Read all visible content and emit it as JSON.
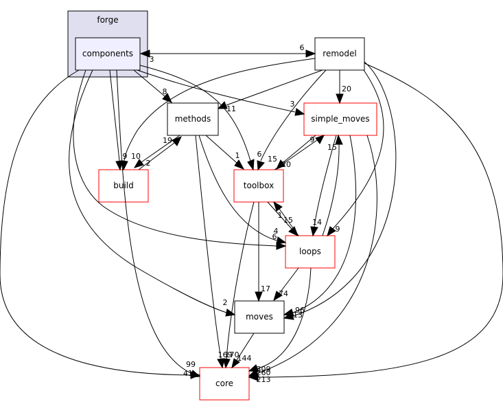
{
  "colors": {
    "cluster_fill": "#dfdff0",
    "cluster_stroke": "#000000",
    "focus_fill": "#efefff",
    "focus_stroke": "#000000",
    "node_fill": "#ffffff",
    "red_stroke": "#ff0000",
    "black_stroke": "#000000",
    "edge": "#000000"
  },
  "cluster": {
    "label": "forge"
  },
  "nodes": {
    "components": "components",
    "remodel": "remodel",
    "methods": "methods",
    "simple_moves": "simple_moves",
    "build": "build",
    "toolbox": "toolbox",
    "loops": "loops",
    "moves": "moves",
    "core": "core"
  },
  "edge_labels": {
    "remodel_components": "6",
    "components_remodel": "3",
    "components_methods": "8",
    "remodel_methods": "11",
    "components_simple_moves": "3",
    "components_build": "9",
    "remodel_build": "10",
    "methods_build": "2",
    "build_methods": "19",
    "methods_toolbox": "1",
    "components_toolbox": "6",
    "remodel_toolbox": "15",
    "remodel_simple_moves": "20",
    "toolbox_simple_moves": "9",
    "simple_moves_toolbox": "20",
    "simple_moves_loops": "15",
    "loops_simple_moves": "14",
    "remodel_loops": "9",
    "toolbox_loops": "15",
    "loops_toolbox": "1",
    "methods_loops": "4",
    "components_loops": "6",
    "toolbox_moves": "17",
    "loops_moves": "74",
    "components_moves": "2",
    "simple_moves_moves": "96",
    "remodel_moves": "13",
    "components_core_a": "99",
    "components_core_b": "41",
    "methods_core": "169",
    "toolbox_core": "170",
    "moves_core": "144",
    "loops_core": "309",
    "simple_moves_core": "260",
    "remodel_core": "213"
  }
}
